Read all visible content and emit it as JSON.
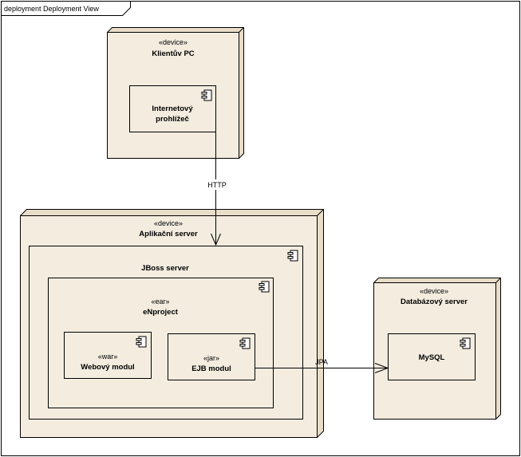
{
  "frame": {
    "tab_label": "deployment Deployment View"
  },
  "nodes": {
    "client_pc": {
      "stereotype": "«device»",
      "name": "Klientův PC"
    },
    "app_server": {
      "stereotype": "«device»",
      "name": "Aplikační server"
    },
    "db_server": {
      "stereotype": "«device»",
      "name": "Databázový server"
    }
  },
  "components": {
    "browser": {
      "name_line1": "Internetový",
      "name_line2": "prohlížeč"
    },
    "jboss": {
      "name": "JBoss server"
    },
    "enproject": {
      "stereotype": "«ear»",
      "name": "eNproject"
    },
    "web_module": {
      "stereotype": "«war»",
      "name": "Webový modul"
    },
    "ejb_module": {
      "stereotype": "«jar»",
      "name": "EJB modul"
    },
    "mysql": {
      "name": "MySQL"
    }
  },
  "connectors": {
    "http": {
      "label": "HTTP"
    },
    "jpa": {
      "label": "JPA"
    }
  },
  "colors": {
    "node_fill": "#f3ecdf",
    "node_side": "#e8ddc8",
    "stroke": "#000000"
  }
}
